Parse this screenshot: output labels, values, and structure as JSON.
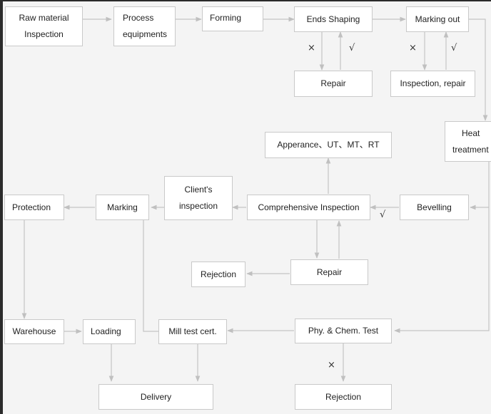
{
  "nodes": {
    "raw_material": {
      "line1": "Raw material",
      "line2": "Inspection"
    },
    "process_equipments": {
      "line1": "Process",
      "line2": "equipments"
    },
    "forming": "Forming",
    "ends_shaping": "Ends Shaping",
    "marking_out": "Marking out",
    "repair_top": "Repair",
    "inspection_repair": "Inspection, repair",
    "heat_treatment": {
      "line1": "Heat",
      "line2": "treatment"
    },
    "apperance": "Apperance、UT、MT、RT",
    "clients_inspection": {
      "line1": "Client's",
      "line2": "inspection"
    },
    "protection": "Protection",
    "marking": "Marking",
    "comprehensive_inspection": "Comprehensive Inspection",
    "bevelling": "Bevelling",
    "rejection_mid": "Rejection",
    "repair_mid": "Repair",
    "warehouse": "Warehouse",
    "loading": "Loading",
    "mill_test_cert": "Mill test cert.",
    "phy_chem_test": "Phy. & Chem. Test",
    "delivery": "Delivery",
    "rejection_bottom": "Rejection"
  },
  "marks": {
    "fail": "×",
    "pass": "√"
  }
}
